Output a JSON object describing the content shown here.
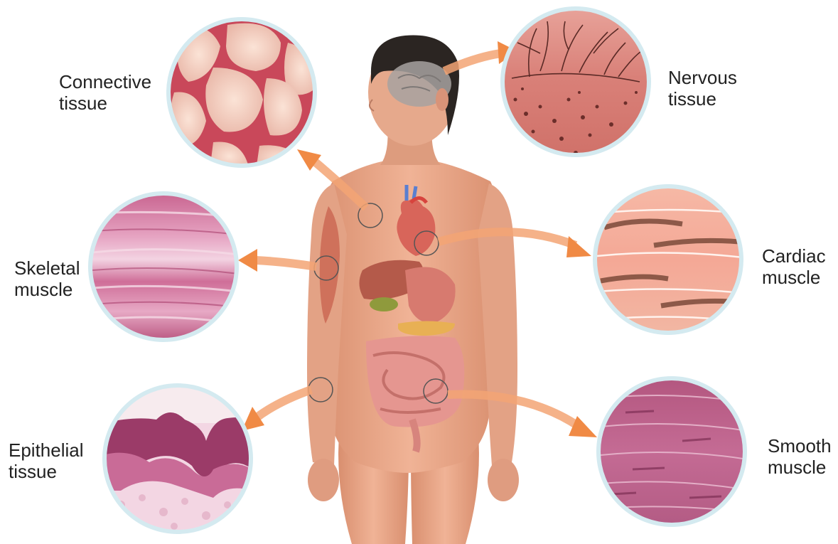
{
  "labels": {
    "connective": "Connective\ntissue",
    "nervous": "Nervous\ntissue",
    "skeletal": "Skeletal\nmuscle",
    "cardiac": "Cardiac\nmuscle",
    "epithelial": "Epithelial\ntissue",
    "smooth": "Smooth\nmuscle"
  },
  "colors": {
    "arrow": "#f0935a",
    "circle_border": "#cfe6ee",
    "skin": "#e9a98a",
    "hair": "#2b2522"
  }
}
